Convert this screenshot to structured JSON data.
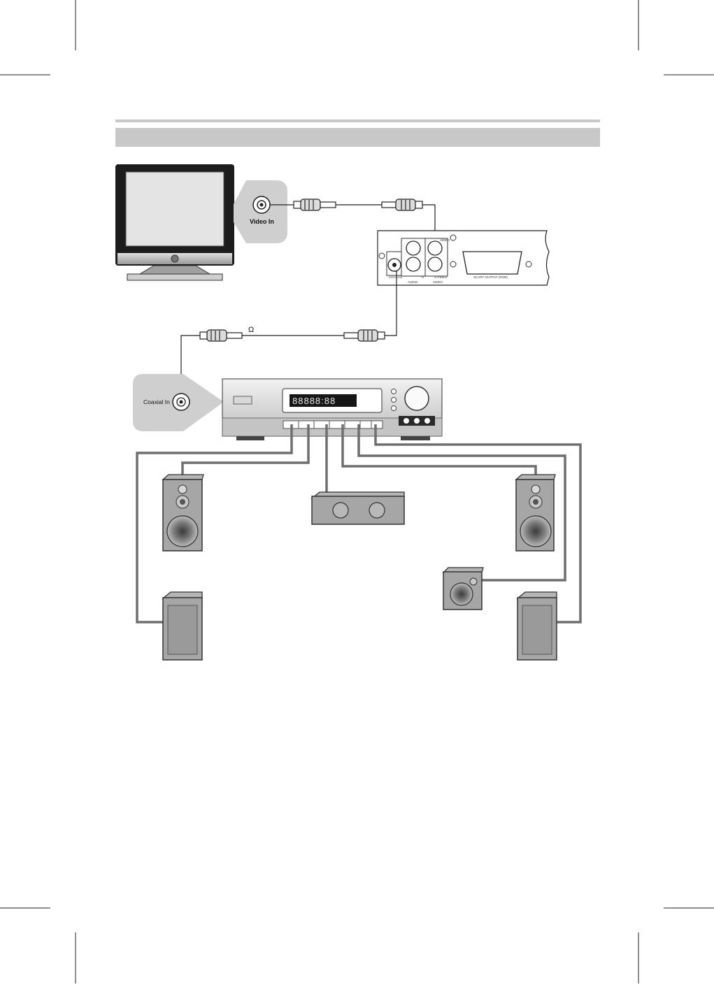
{
  "header": {
    "title": ""
  },
  "tv": {
    "connector_label": "Video In"
  },
  "player_panel": {
    "jack_labels": {
      "coaxial": "COAXIAL",
      "audio_group": "AUDIO",
      "r": "R",
      "video": "VIDEO",
      "s_video": "S-VIDEO",
      "video_group": "VIDEO",
      "scart": "SCART OUTPUT (RGB)"
    }
  },
  "coax_cable": {
    "impedance_symbol": "Ω"
  },
  "receiver": {
    "connector_label": "Coaxial In",
    "display_text": "88888:88"
  },
  "colors": {
    "line": "#1a1a1a",
    "speaker_wire": "#6e6e6e",
    "callout_fill": "#cfcfcf",
    "header_bar": "#c8c8c8"
  }
}
